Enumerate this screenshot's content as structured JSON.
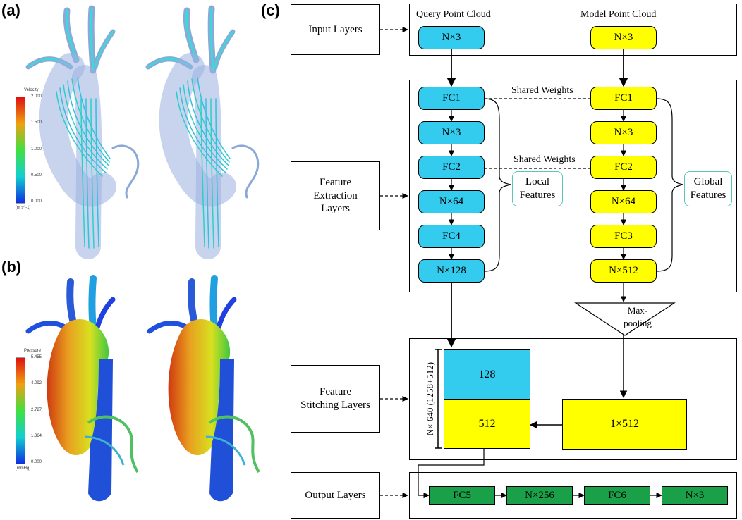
{
  "labels": {
    "a": "(a)",
    "b": "(b)",
    "c": "(c)"
  },
  "velocity_legend": {
    "title": "Velocity",
    "ticks": [
      "2.000",
      "1.500",
      "1.000",
      "0.500",
      "0.000"
    ],
    "unit": "[m s^-1]"
  },
  "pressure_legend": {
    "title": "Pressure",
    "ticks": [
      "5.455",
      "4.092",
      "2.727",
      "1.364",
      "0.000"
    ],
    "unit": "[mmHg]"
  },
  "layers": {
    "input": "Input Layers",
    "feature_extraction": "Feature Extraction Layers",
    "feature_stitching": "Feature Stitching Layers",
    "output": "Output Layers"
  },
  "query": {
    "title": "Query Point Cloud",
    "input": "N×3",
    "nodes": [
      "FC1",
      "N×3",
      "FC2",
      "N×64",
      "FC4",
      "N×128"
    ]
  },
  "model": {
    "title": "Model Point Cloud",
    "input": "N×3",
    "nodes": [
      "FC1",
      "N×3",
      "FC2",
      "N×64",
      "FC3",
      "N×512"
    ]
  },
  "shared_weights": [
    "Shared Weights",
    "Shared Weights"
  ],
  "local_features": "Local Features",
  "global_features": "Global Features",
  "max_pooling": "Max-pooling",
  "stitch": {
    "top": "128",
    "bottom": "512",
    "side": "N× 640 (1258+512)",
    "pooled": "1×512"
  },
  "output": [
    "FC5",
    "N×256",
    "FC6",
    "N×3"
  ],
  "colors": {
    "query": "#33ccee",
    "model": "#ffff00",
    "output": "#19a049",
    "tag_border": "#5cc8b4"
  }
}
